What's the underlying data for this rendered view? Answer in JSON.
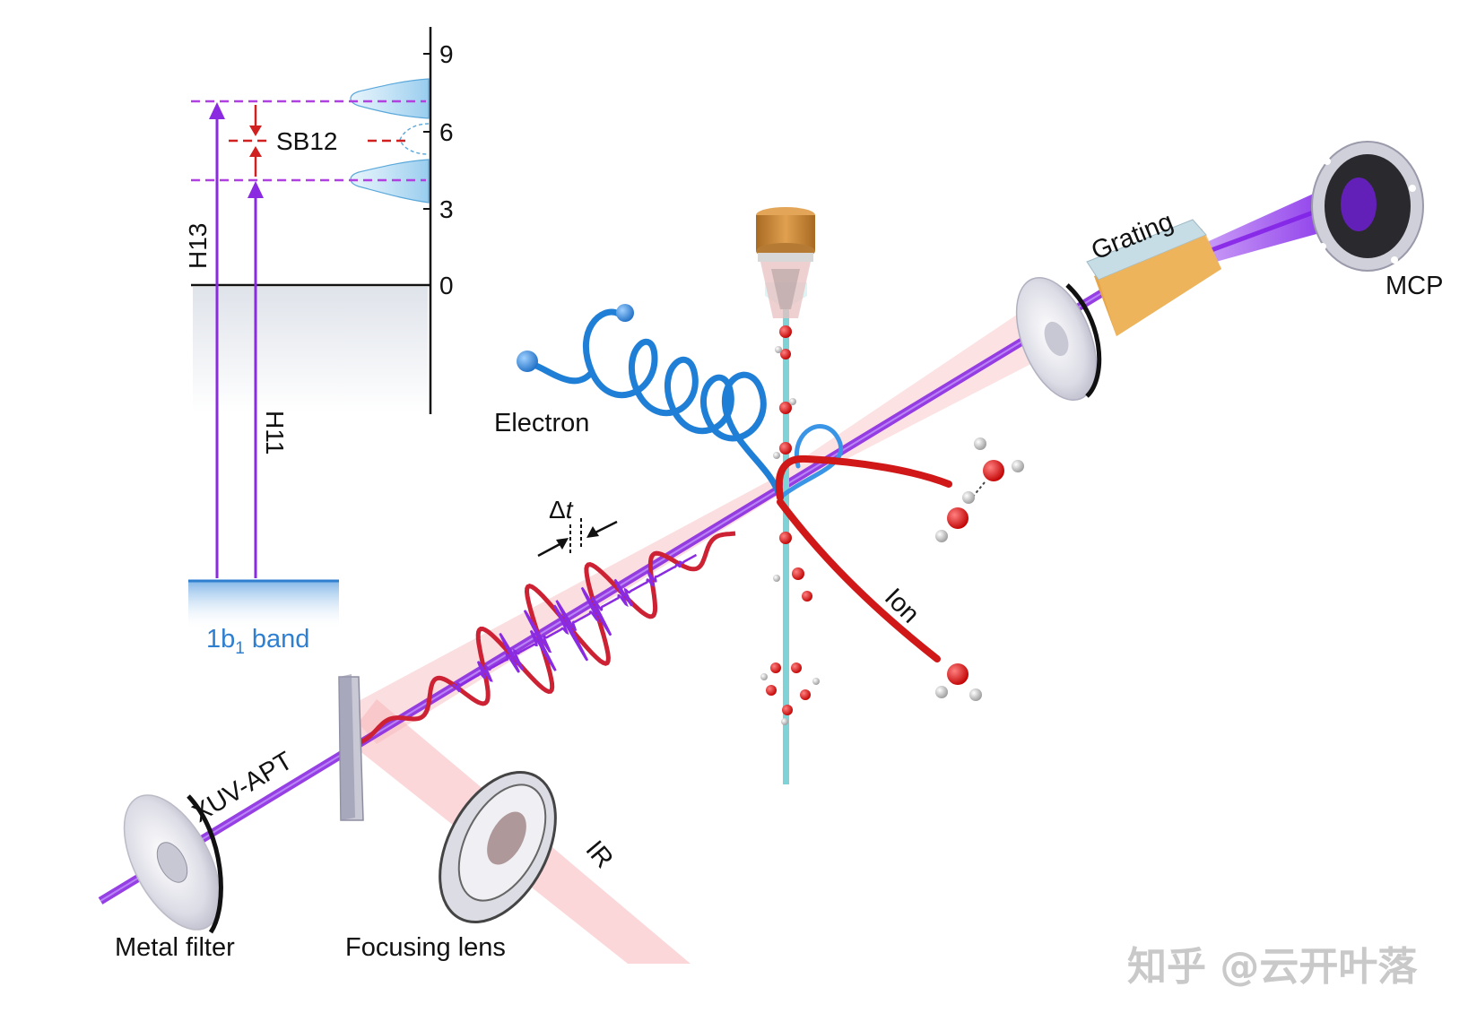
{
  "energy_diagram": {
    "axis_ticks": [
      "0",
      "3",
      "6",
      "9"
    ],
    "harmonic_high": "H13",
    "harmonic_low": "H11",
    "sideband": "SB12",
    "band": "1b",
    "band_sub": "1",
    "band_suffix": " band"
  },
  "setup": {
    "delay_symbol": "Δ",
    "delay_var": "t",
    "electron": "Electron",
    "ion": "Ion",
    "grating": "Grating",
    "detector": "MCP",
    "xuv_beam": "XUV-APT",
    "ir_beam": "IR",
    "metal_filter": "Metal filter",
    "focusing_lens": "Focusing lens"
  },
  "watermark": "知乎 @云开叶落",
  "colors": {
    "xuv": "#8a2be2",
    "ir_beam": "#f6b3b8",
    "ir_wave": "#cc2233",
    "electron": "#1f7fd6",
    "ion_track": "#d01818",
    "sideband_line": "#d02020",
    "water_jet": "#7fd3d6",
    "band_fill": "#6aa6dc"
  }
}
